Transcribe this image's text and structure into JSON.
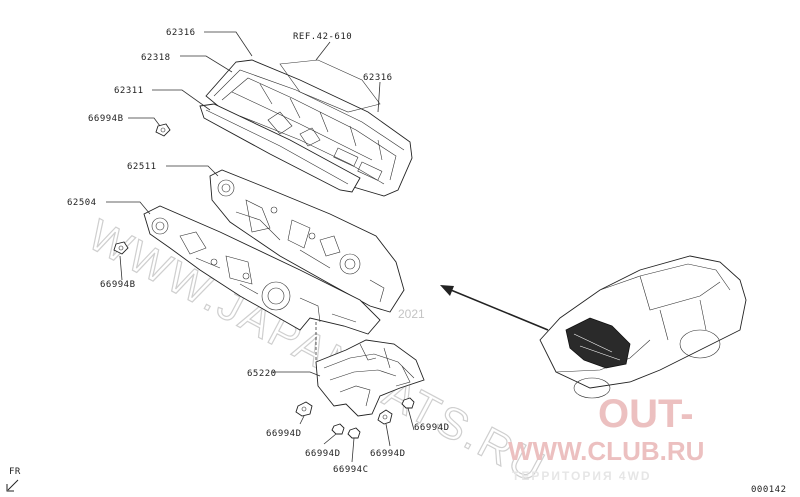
{
  "callouts": {
    "p62316_top": "62316",
    "ref": "REF.42-610",
    "p62318": "62318",
    "p62316_right": "62316",
    "p62311": "62311",
    "p66994B_top": "66994B",
    "p62511": "62511",
    "p62504": "62504",
    "p66994B_left": "66994B",
    "p65220": "65220",
    "p66994D_a": "66994D",
    "p66994D_b": "66994D",
    "p66994D_c": "66994D",
    "p66994D_d": "66994D",
    "p66994C": "66994C"
  },
  "watermarks": {
    "japancats": "WWW.JAPANCATS.RU",
    "year": "2021",
    "club_line1": "OUT-",
    "club_line2": "WWW.CLUB.RU",
    "club_line3": "ТЕРРИТОРИЯ 4WD"
  },
  "footer": {
    "fr_label": "FR",
    "diagram_code": "000142"
  },
  "colors": {
    "ink": "#222222",
    "watermark_gray": "#c8c8c8",
    "club_red": "#e9b7b7"
  },
  "icons": {
    "front_arrow": "front-direction-arrow-icon",
    "direction_arrow": "location-arrow-icon"
  }
}
